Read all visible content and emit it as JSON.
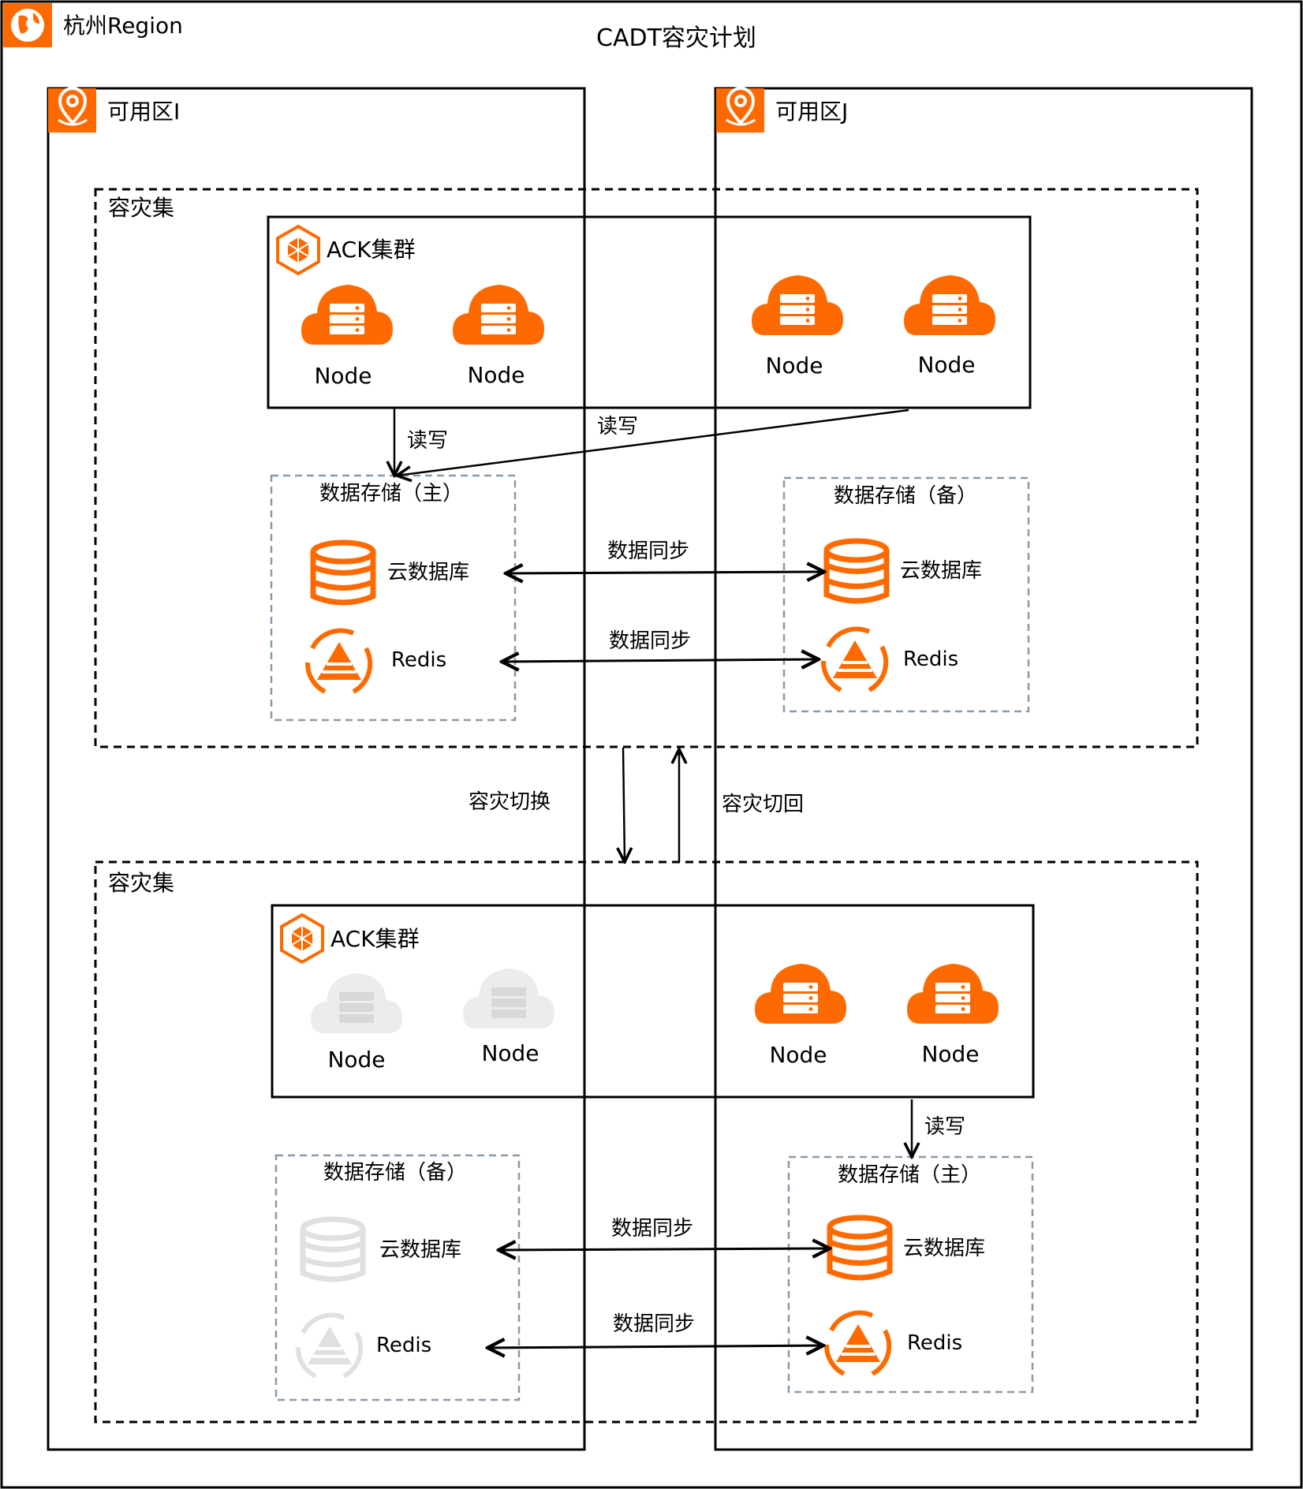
{
  "colors": {
    "accent": "#ff6a00",
    "line": "#000000",
    "dashed_grey": "#8a9aa8",
    "muted_icon": "#e6e6e6"
  },
  "region": {
    "label": "杭州Region",
    "icon": "globe-icon"
  },
  "title": "CADT容灾计划",
  "zones": {
    "i": {
      "label": "可用区I",
      "icon": "location-pin-icon"
    },
    "j": {
      "label": "可用区J",
      "icon": "location-pin-icon"
    }
  },
  "dr_sets": [
    {
      "label": "容灾集",
      "cluster": {
        "label": "ACK集群",
        "icon": "ack-cluster-icon",
        "nodes": [
          "Node",
          "Node",
          "Node",
          "Node"
        ]
      },
      "read_write_labels": [
        "读写",
        "读写"
      ],
      "storage_i": {
        "label": "数据存储（主）",
        "db": "云数据库",
        "redis": "Redis"
      },
      "storage_j": {
        "label": "数据存储（备）",
        "db": "云数据库",
        "redis": "Redis"
      },
      "sync_labels": [
        "数据同步",
        "数据同步"
      ]
    },
    {
      "label": "容灾集",
      "cluster": {
        "label": "ACK集群",
        "icon": "ack-cluster-icon",
        "nodes": [
          "Node",
          "Node",
          "Node",
          "Node"
        ]
      },
      "read_write_labels": [
        "读写"
      ],
      "storage_i": {
        "label": "数据存储（备）",
        "db": "云数据库",
        "redis": "Redis"
      },
      "storage_j": {
        "label": "数据存储（主）",
        "db": "云数据库",
        "redis": "Redis"
      },
      "sync_labels": [
        "数据同步",
        "数据同步"
      ]
    }
  ],
  "transitions": {
    "switchover": "容灾切换",
    "switchback": "容灾切回"
  }
}
